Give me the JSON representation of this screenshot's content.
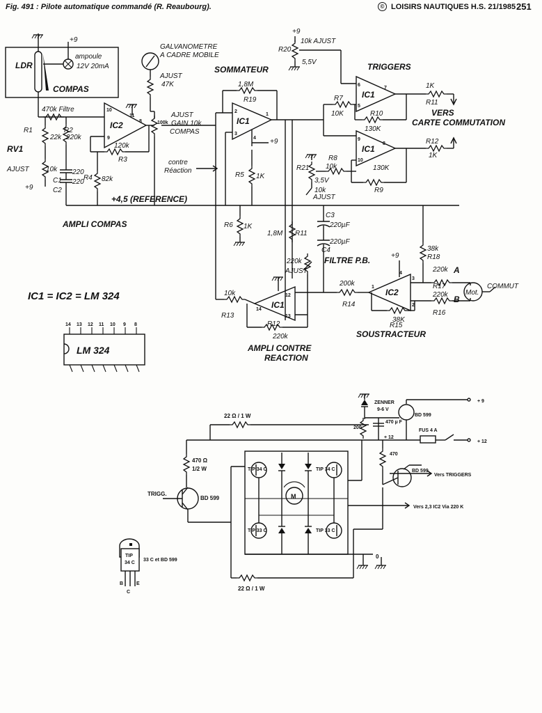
{
  "header": {
    "figure_title": "Fig. 491 : Pilote automatique commandé (R. Reaubourg).",
    "source": "LOISIRS NAUTIQUES H.S. 21/1985",
    "page_number": "251",
    "copyright_symbol": "©"
  },
  "top_circuit": {
    "supply_plus9_top": "+9",
    "ldr": "LDR",
    "ampoule": "ampoule",
    "ampoule_rating": "12V 20mA",
    "compas_box": "COMPAS",
    "galvanometre": "GALVANOMETRE",
    "galvanometre_sub": "A CADRE MOBILE",
    "ajust": "AJUST",
    "ajust_val_47k": "47K",
    "filtre_470k": "470k Filtre",
    "r1": "R1",
    "r1_val": "22k",
    "r2": "R2",
    "r2_val": "220k",
    "rv1": "RV1",
    "rv1_ajust": "AJUST",
    "rv1_val": "10k",
    "plus9_left": "+9",
    "c1": "C1",
    "c2": "C2",
    "c1_val": "220",
    "c2_val": "220",
    "ic2": "IC2",
    "ic2_pin10": "10",
    "ic2_pin11": "11",
    "ic2_pin8": "8",
    "ic2_pin9": "9",
    "r3": "R3",
    "r3_val": "120k",
    "r4": "R4",
    "r4_val": "82k",
    "pot_100k": "100k",
    "ajust_gain": "AJUST",
    "ajust_gain_2": "GAIN 10k",
    "ajust_gain_3": "COMPAS",
    "contre_reaction": "contre",
    "contre_reaction_2": "Réaction",
    "reference": "+4,5 (REFERENCE)",
    "ampli_compas": "AMPLI COMPAS",
    "sommateur": "SOMMATEUR",
    "r19": "R19",
    "r19_val": "1,8M",
    "ic1_sum": "IC1",
    "ic1_pin2": "2",
    "ic1_pin3": "3",
    "ic1_pin1": "1",
    "ic1_pin4": "4",
    "ic1_plus9": "+9",
    "r5": "R5",
    "r5_val": "1K",
    "r6": "R6",
    "r6_val": "1K",
    "r20": "R20",
    "r20_ajust": "10k AJUST",
    "r20_v": "5,5V",
    "plus9_r20": "+9",
    "triggers": "TRIGGERS",
    "r7": "R7",
    "r7_val": "10K",
    "r10": "R10",
    "r10_val": "130K",
    "ic1a": "IC1",
    "ic1a_pin6": "6",
    "ic1a_pin5": "5",
    "ic1a_pin7": "7",
    "r11": "R11",
    "r11_val": "1K",
    "r12": "R12",
    "r12_val": "1K",
    "vers": "VERS",
    "carte_commutation": "CARTE COMMUTATION",
    "r8": "R8",
    "r8_val": "10k",
    "r9": "R9",
    "r9_val": "130K",
    "ic1b": "IC1",
    "ic1b_pin9": "9",
    "ic1b_pin10": "10",
    "ic1b_pin8": "8",
    "r21": "R21",
    "r21_v": "3,5V",
    "r21_ajust": "10k",
    "r21_ajust2": "AJUST",
    "c3": "C3",
    "c3_val": "220µF",
    "c4": "C4",
    "c4_val": "220µF",
    "filtre_pb": "FILTRE P.B.",
    "r11b": "R11",
    "r11b_val": "1,8M",
    "ajust_220k": "220k",
    "ajust_220k_2": "AJUST",
    "ic1_fb": "IC1",
    "ic1_fb_pin12": "12",
    "ic1_fb_pin14": "14",
    "ic1_fb_pin13": "13",
    "r13": "R13",
    "r13_val": "10k",
    "r12b": "R12",
    "r12b_val": "220k",
    "ampli_contre": "AMPLI CONTRE",
    "ampli_contre_2": "REACTION",
    "r14": "R14",
    "r14_val": "200k",
    "ic2_sub": "IC2",
    "ic2_sub_pin4": "4",
    "ic2_sub_pin3": "3",
    "ic2_sub_pin1": "1",
    "ic2_sub_pin2": "2",
    "ic2_sub_plus9": "+9",
    "r18": "R18",
    "r18_val": "38k",
    "r17": "R17",
    "r17_val": "220k",
    "r16": "R16",
    "r16_val": "220k",
    "r15": "R15",
    "r15_val": "38K",
    "soustracteur": "SOUSTRACTEUR",
    "node_a": "A",
    "node_b": "B",
    "motor": "Mot.",
    "commut": "COMMUT",
    "ic_eq": "IC1 = IC2 = LM 324",
    "chip_label": "LM 324",
    "chip_pins_top": [
      "14",
      "13",
      "12",
      "11",
      "10",
      "9",
      "8"
    ]
  },
  "bottom_circuit": {
    "r_22_top": "22 Ω / 1 W",
    "r_22_bottom": "22 Ω / 1 W",
    "r_470_ohm": "470 Ω",
    "r_470_w": "1/2 W",
    "trigg": "TRIGG.",
    "bd599_left": "BD 599",
    "tip34_left": "TIP 34 C",
    "tip34_right": "TIP 34 C",
    "tip33_left": "TIP 33 C",
    "tip33_right": "TIP 33 C",
    "motor": "M",
    "zenner": "ZENNER",
    "zenner_v": "9-6 V",
    "r200": "200",
    "c_470": "470 µ F",
    "bd599_top": "BD 599",
    "plus9": "+ 9",
    "plus12_a": "+ 12",
    "fus": "FUS 4 A",
    "plus12_b": "+ 12",
    "r470": "470",
    "bd599_right": "BD 599",
    "vers_triggers": "Vers TRIGGERS",
    "vers_ic2": "Vers 2,3 IC2 Via 220 K",
    "ground": "0",
    "pkg_name": "TIP",
    "pkg_name_2": "34 C",
    "pkg_note": "33 C et BD 599",
    "pkg_b": "B",
    "pkg_c": "C",
    "pkg_e": "E"
  }
}
